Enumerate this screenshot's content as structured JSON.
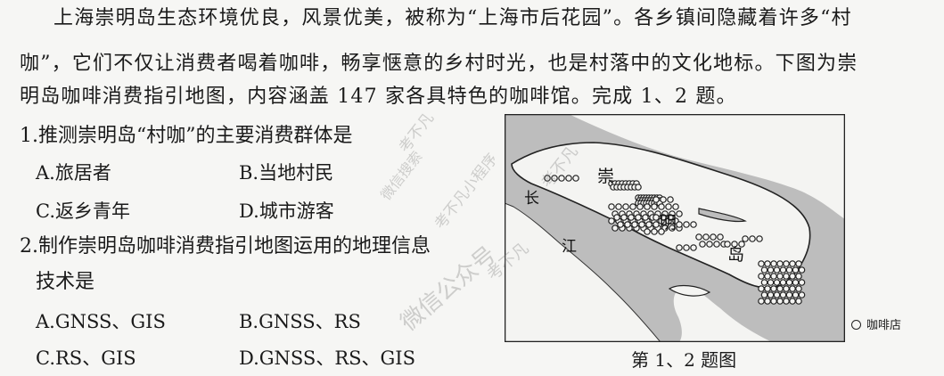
{
  "intro": [
    "上海崇明岛生态环境优良，风景优美，被称为“上海市后花园”。各乡镇间隐藏着许多“村",
    "咖”，它们不仅让消费者喝着咖啡，畅享惬意的乡村时光，也是村落中的文化地标。下图为崇",
    "明岛咖啡消费指引地图，内容涵盖 147 家各具特色的咖啡馆。完成 1、2 题。"
  ],
  "q1": {
    "stem": "1.推测崇明岛“村咖”的主要消费群体是",
    "options": [
      "A.旅居者",
      "B.当地村民",
      "C.返乡青年",
      "D.城市游客"
    ]
  },
  "q2": {
    "stem_line1": "2.制作崇明岛咖啡消费指引地图运用的地理信息",
    "stem_line2": "技术是",
    "options": [
      "A.GNSS、GIS",
      "B.GNSS、RS",
      "C.RS、GIS",
      "D.GNSS、RS、GIS"
    ]
  },
  "map": {
    "labels": {
      "chong": "崇",
      "ming": "明",
      "dao": "岛",
      "chang": "长",
      "jiang": "江"
    },
    "legend": "咖啡店",
    "caption": "第 1、2 题图",
    "colors": {
      "water": "#bdbdbd",
      "land": "#f4f4f2",
      "border": "#222222"
    }
  },
  "watermarks": [
    "考不凡",
    "微信搜索",
    "考不凡小程序",
    "考不凡",
    "微信公众号",
    "考不凡"
  ]
}
